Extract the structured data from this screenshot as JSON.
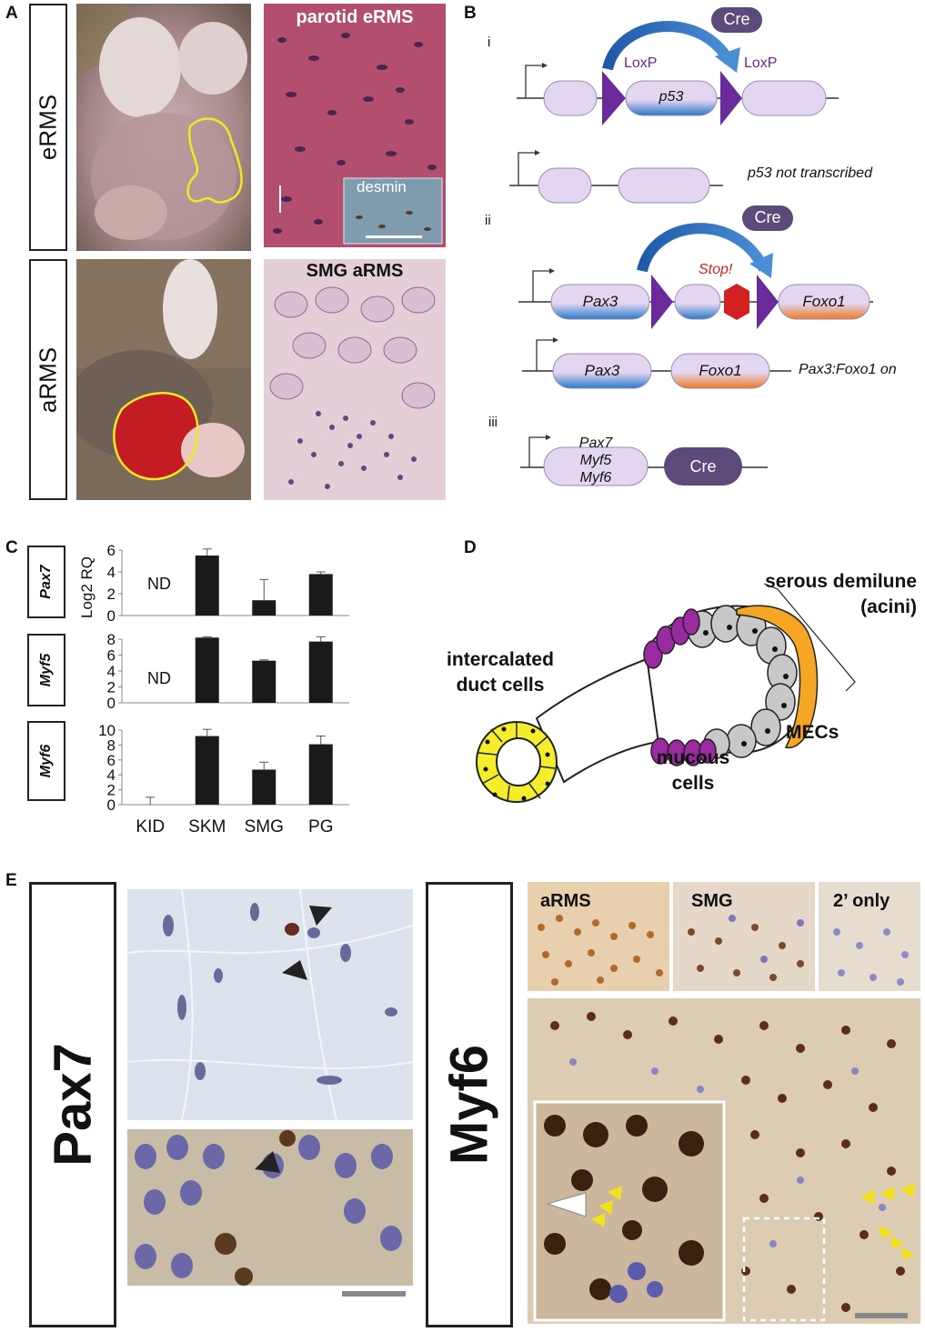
{
  "panels": {
    "A": "A",
    "B": "B",
    "C": "C",
    "D": "D",
    "E": "E"
  },
  "panelA": {
    "row1_label": "eRMS",
    "row2_label": "aRMS",
    "micro1_title": "parotid eRMS",
    "micro1_inset": "desmin",
    "micro2_title": "SMG aRMS"
  },
  "panelB": {
    "i": "i",
    "ii": "ii",
    "iii": "iii",
    "cre": "Cre",
    "loxp": "LoxP",
    "p53": "p53",
    "p53_note": "p53 not transcribed",
    "stop": "Stop!",
    "pax3": "Pax3",
    "foxo1": "Foxo1",
    "fusion_note": "Pax3:Foxo1 on",
    "drivers": [
      "Pax7",
      "Myf5",
      "Myf6"
    ]
  },
  "panelC": {
    "ylabel": "Log2 RQ",
    "nd": "ND",
    "x_categories": [
      "KID",
      "SKM",
      "SMG",
      "PG"
    ]
  },
  "chart_data": [
    {
      "type": "bar",
      "gene": "Pax7",
      "ylabel": "Log2 RQ",
      "categories": [
        "KID",
        "SKM",
        "SMG",
        "PG"
      ],
      "values": [
        null,
        5.5,
        1.4,
        3.8
      ],
      "errors": [
        null,
        0.6,
        1.9,
        0.2
      ],
      "ylim": [
        0,
        6
      ],
      "yticks": [
        0,
        2,
        4,
        6
      ],
      "annotation": "ND"
    },
    {
      "type": "bar",
      "gene": "Myf5",
      "categories": [
        "KID",
        "SKM",
        "SMG",
        "PG"
      ],
      "values": [
        null,
        8.2,
        5.3,
        7.7
      ],
      "errors": [
        null,
        0.1,
        0.1,
        0.6
      ],
      "ylim": [
        0,
        8
      ],
      "yticks": [
        0,
        2,
        4,
        6,
        8
      ],
      "annotation": "ND"
    },
    {
      "type": "bar",
      "gene": "Myf6",
      "categories": [
        "KID",
        "SKM",
        "SMG",
        "PG"
      ],
      "values": [
        0,
        9.2,
        4.7,
        8.1
      ],
      "errors": [
        1.0,
        0.9,
        1.0,
        1.1
      ],
      "ylim": [
        0,
        10
      ],
      "yticks": [
        0,
        2,
        4,
        6,
        8,
        10
      ]
    }
  ],
  "panelD": {
    "serous": "serous demilune",
    "acini": "(acini)",
    "duct1": "intercalated",
    "duct2": "duct cells",
    "mecs": "MECs",
    "mucous1": "mucous",
    "mucous2": "cells"
  },
  "panelE": {
    "left_label": "Pax7",
    "right_label": "Myf6",
    "top1": "aRMS",
    "top2": "SMG",
    "top3": "2’ only"
  },
  "colors": {
    "bar": "#1a1a1a",
    "cre": "#5b4a7a",
    "loxp": "#6a2a9a",
    "box": "#e2d6f0",
    "blue": "#2a78c8",
    "orange": "#ec7a22",
    "stop": "#d32020",
    "arrow": "#2f6db0",
    "duct": "#f4ef2a",
    "mucous": "#9a2aa0",
    "mec": "#f5a623",
    "serous": "#c8c8c8"
  }
}
